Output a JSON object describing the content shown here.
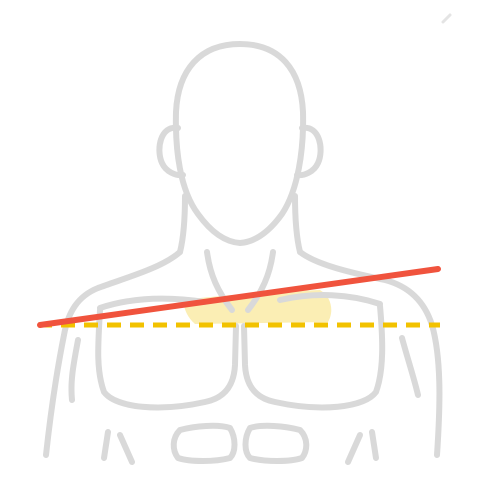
{
  "colors": {
    "background": "#ffffff",
    "outline": "#d9d9d9",
    "slope_line": "#f0533d",
    "level_line": "#f2c200",
    "highlight": "#fbeeb4",
    "corner_mark": "#e4e4e4"
  },
  "figure": {
    "subject": "upper-body-outline",
    "indicators": [
      "tilted-shoulder-line",
      "level-reference-line",
      "shoulder-gap-highlight"
    ]
  }
}
